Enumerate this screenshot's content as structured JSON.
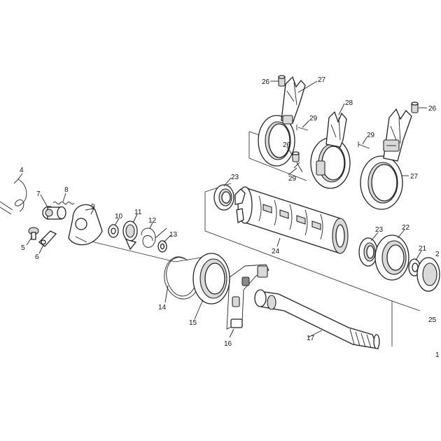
{
  "callouts": [
    {
      "id": "c26a",
      "text": "26"
    },
    {
      "id": "c27a",
      "text": "27"
    },
    {
      "id": "c28",
      "text": "28"
    },
    {
      "id": "c29a",
      "text": "29"
    },
    {
      "id": "c26b",
      "text": "26"
    },
    {
      "id": "c29b",
      "text": "29"
    },
    {
      "id": "c26c",
      "text": "26"
    },
    {
      "id": "c29c",
      "text": "29"
    },
    {
      "id": "c27b",
      "text": "27"
    },
    {
      "id": "c23a",
      "text": "23"
    },
    {
      "id": "c4",
      "text": "4"
    },
    {
      "id": "c7",
      "text": "7"
    },
    {
      "id": "c8",
      "text": "8"
    },
    {
      "id": "c9",
      "text": "9"
    },
    {
      "id": "c10",
      "text": "10"
    },
    {
      "id": "c11",
      "text": "11"
    },
    {
      "id": "c12",
      "text": "12"
    },
    {
      "id": "c13",
      "text": "13"
    },
    {
      "id": "c5",
      "text": "5"
    },
    {
      "id": "c6",
      "text": "6"
    },
    {
      "id": "c24",
      "text": "24"
    },
    {
      "id": "c23b",
      "text": "23"
    },
    {
      "id": "c22",
      "text": "22"
    },
    {
      "id": "c21",
      "text": "21"
    },
    {
      "id": "c2x",
      "text": "2"
    },
    {
      "id": "c14",
      "text": "14"
    },
    {
      "id": "c15",
      "text": "15"
    },
    {
      "id": "c16",
      "text": "16"
    },
    {
      "id": "c17",
      "text": "17"
    },
    {
      "id": "c25",
      "text": "25"
    },
    {
      "id": "c1",
      "text": "1"
    }
  ]
}
